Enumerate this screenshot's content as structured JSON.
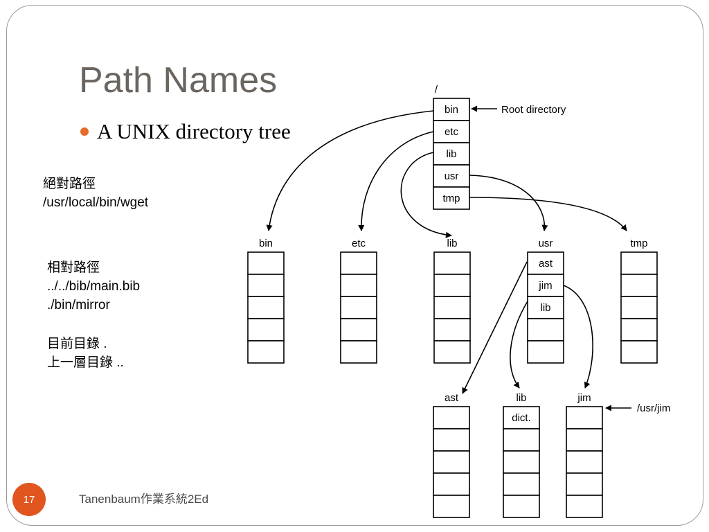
{
  "slide": {
    "title": "Path Names",
    "bullet": "A UNIX directory tree",
    "accent_color": "#e46c2a",
    "page_number": "17",
    "footer": "Tanenbaum作業系統2Ed"
  },
  "notes": {
    "absolute_heading": "絕對路徑",
    "absolute_example": "/usr/local/bin/wget",
    "relative_heading": "相對路徑",
    "relative_example_1": "../../bib/main.bib",
    "relative_example_2": "./bin/mirror",
    "current_dir": "目前目錄 .",
    "parent_dir": "上一層目錄 .."
  },
  "diagram": {
    "root_label": "/",
    "root_entries": [
      "bin",
      "etc",
      "lib",
      "usr",
      "tmp"
    ],
    "root_annotation": "Root directory",
    "level1": [
      {
        "name": "bin",
        "entries": [
          "",
          "",
          "",
          "",
          ""
        ]
      },
      {
        "name": "etc",
        "entries": [
          "",
          "",
          "",
          "",
          ""
        ]
      },
      {
        "name": "lib",
        "entries": [
          "",
          "",
          "",
          "",
          ""
        ]
      },
      {
        "name": "usr",
        "entries": [
          "ast",
          "jim",
          "lib",
          "",
          ""
        ]
      },
      {
        "name": "tmp",
        "entries": [
          "",
          "",
          "",
          "",
          ""
        ]
      }
    ],
    "level2": [
      {
        "name": "ast",
        "entries": [
          "",
          "",
          "",
          "",
          ""
        ]
      },
      {
        "name": "lib",
        "entries": [
          "dict.",
          "",
          "",
          "",
          ""
        ]
      },
      {
        "name": "jim",
        "entries": [
          "",
          "",
          "",
          "",
          ""
        ]
      }
    ],
    "jim_annotation": "/usr/jim"
  }
}
